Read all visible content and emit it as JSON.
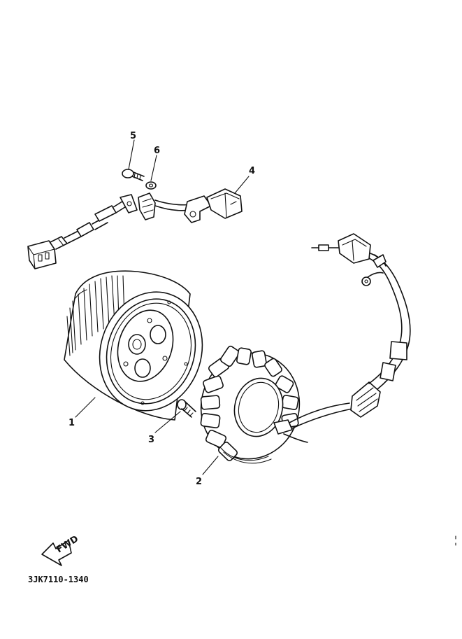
{
  "callouts": {
    "c1": "1",
    "c2": "2",
    "c3": "3",
    "c4": "4",
    "c5": "5",
    "c6": "6"
  },
  "fwd_arrow_label": "FWD",
  "diagram_code": "3JK7110-1340"
}
